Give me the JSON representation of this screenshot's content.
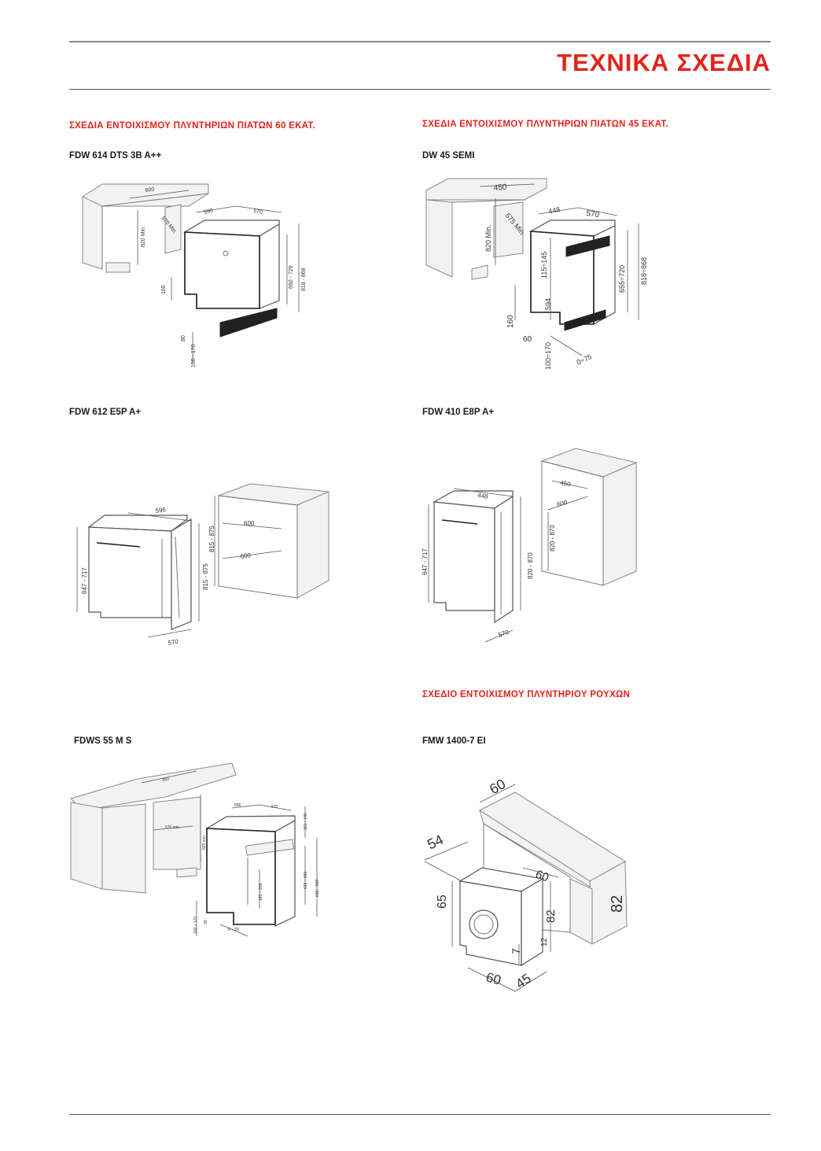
{
  "header": {
    "title": "ΤΕΧΝΙΚΑ ΣΧΕΔΙΑ"
  },
  "sections": {
    "dishwashers_60": "ΣΧΕΔΙΑ ΕΝΤΟΙΧΙΣΜΟΥ ΠΛΥΝΤΗΡΙΩΝ ΠΙΑΤΩΝ 60 ΕΚΑΤ.",
    "dishwashers_45": "ΣΧΕΔΙΑ ΕΝΤΟΙΧΙΣΜΟΥ ΠΛΥΝΤΗΡΙΩΝ ΠΙΑΤΩΝ 45 ΕΚΑΤ.",
    "washing_machine": "ΣΧΕΔΙΟ ΕΝΤΟΙΧΙΣΜΟΥ ΠΛΥΝΤΗΡΙΟΥ ΡΟΥΧΩΝ"
  },
  "diagrams": {
    "fdw614": {
      "model": "FDW 614  DTS 3B A++",
      "dims": [
        "600",
        "570 Min.",
        "820 Min.",
        "596",
        "570",
        "650 - 720",
        "818 - 868",
        "160",
        "80",
        "100 - 170"
      ]
    },
    "dw45": {
      "model": "DW 45 SEMI",
      "dims": [
        "450",
        "575 Min.",
        "820 Min.",
        "448",
        "570",
        "115÷145",
        "655÷720",
        "818÷868",
        "594",
        "160",
        "60",
        "100÷170",
        "0÷75"
      ]
    },
    "fdw612": {
      "model": "FDW 612 E5P A+",
      "dims": [
        "596",
        "647 - 717",
        "815 - 875",
        "600",
        "600",
        "815 - 875",
        "570"
      ]
    },
    "fdw410": {
      "model": "FDW 410 E8P A+",
      "dims": [
        "450",
        "600",
        "448",
        "820 - 870",
        "647 - 717",
        "820 - 870",
        "570"
      ]
    },
    "fdws55": {
      "model": "FDWS 55 M S",
      "dims": [
        "600",
        "570 min.",
        "820 min.",
        "596",
        "570",
        "115 ÷ 145",
        "615 ÷ 820",
        "818 ÷ 868",
        "160 ÷ 209",
        "100 ÷ 170",
        "30",
        "0 ÷ 50"
      ]
    },
    "fmw1400": {
      "model": "FMW 1400-7 EI",
      "dims": [
        "60",
        "54",
        "60",
        "65",
        "82",
        "82",
        "7",
        "12",
        "60",
        "45"
      ]
    }
  }
}
